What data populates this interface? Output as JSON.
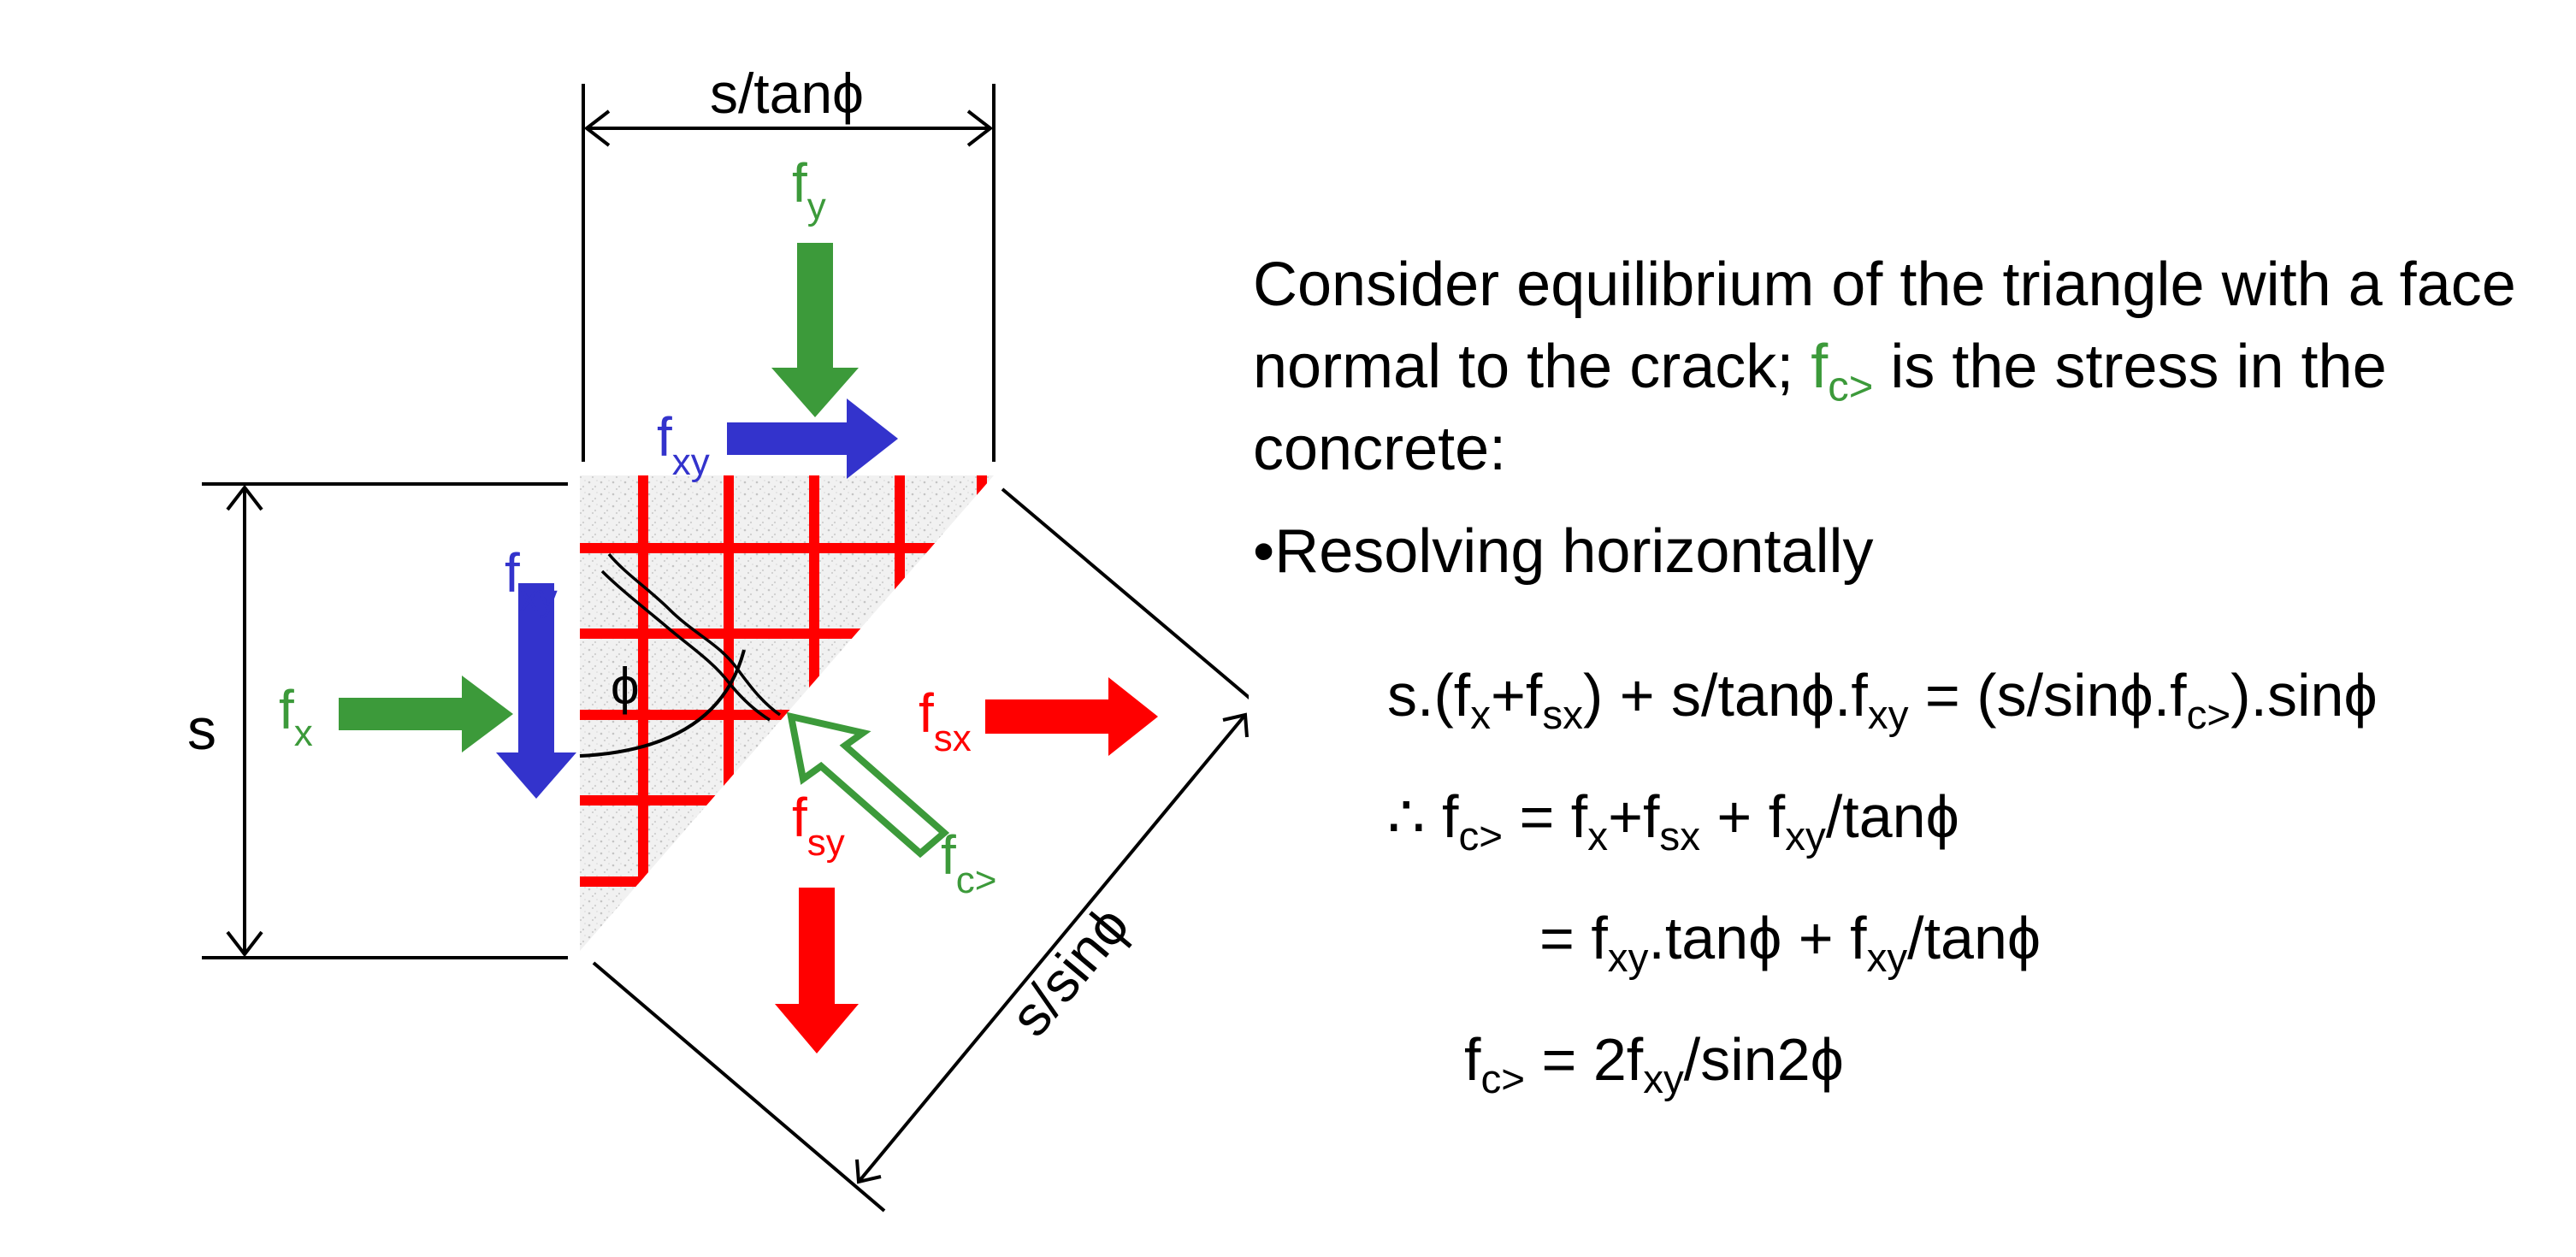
{
  "labels": {
    "dim_top": "s/tanϕ",
    "dim_left": "s",
    "dim_diag": "s/sinϕ",
    "angle": "ϕ",
    "fy": {
      "base": "f",
      "sub": "y"
    },
    "fx": {
      "base": "f",
      "sub": "x"
    },
    "fxy_top": {
      "base": "f",
      "sub": "xy"
    },
    "fxy_left": {
      "base": "f",
      "sub": "xy"
    },
    "fsx": {
      "base": "f",
      "sub": "sx"
    },
    "fsy": {
      "base": "f",
      "sub": "sy"
    },
    "fc": {
      "base": "f",
      "sub": "c>"
    }
  },
  "text": {
    "intro_1": "Consider equilibrium of the triangle with a face normal to the crack; ",
    "intro_fc_base": "f",
    "intro_fc_sub": "c>",
    "intro_2": " is the stress in the concrete:",
    "bullet": "•Resolving horizontally",
    "eq1": {
      "p1": "s.(f",
      "s1": "x",
      "p2": "+f",
      "s2": "sx",
      "p3": ") + s/tanϕ.f",
      "s3": "xy",
      "p4": " = (s/sinϕ.f",
      "s4": "c>",
      "p5": ").sinϕ"
    },
    "eq2": {
      "p1": "∴ f",
      "s1": "c>",
      "p2": " = f",
      "s2": "x",
      "p3": "+f",
      "s3": "sx",
      "p4": " + f",
      "s4": "xy",
      "p5": "/tanϕ"
    },
    "eq3": {
      "p1": "= f",
      "s1": "xy",
      "p2": ".tanϕ + f",
      "s2": "xy",
      "p3": "/tanϕ"
    },
    "eq4": {
      "p1": "f",
      "s1": "c>",
      "p2": " = 2f",
      "s2": "xy",
      "p3": "/sin2ϕ"
    }
  },
  "colors": {
    "green": "#3c9a3a",
    "blue": "#3333cc",
    "red": "#ff0000",
    "black": "#000000"
  }
}
